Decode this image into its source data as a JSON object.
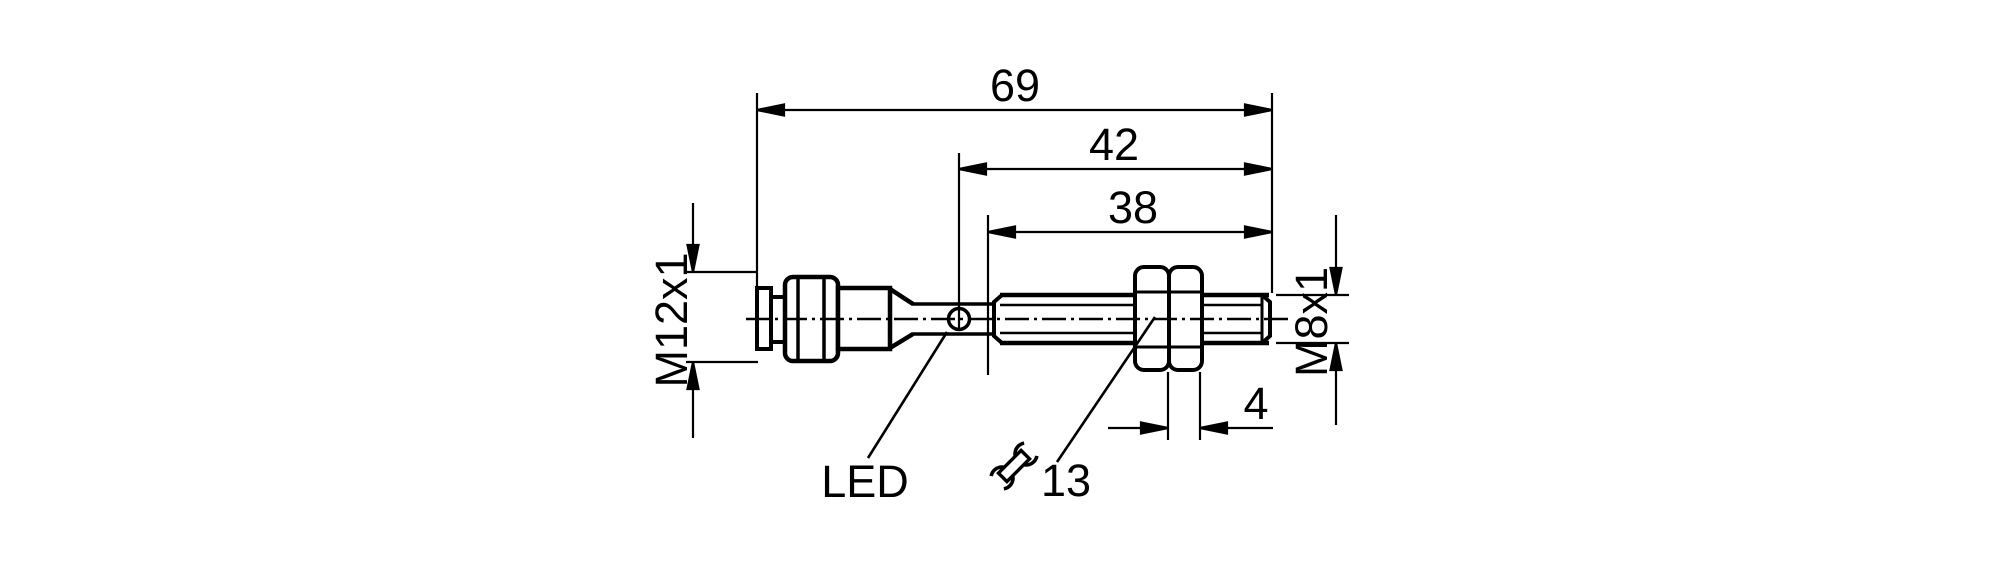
{
  "page": {
    "background": "#ffffff",
    "line_color": "#000000"
  },
  "drawing": {
    "type": "technical-dimension-drawing",
    "subject": "cylindrical sensor with M12 connector, M8 threaded barrel, lock nuts and LED indicator",
    "labels": {
      "dim_overall": "69",
      "dim_to_led": "42",
      "dim_thread": "38",
      "dim_nut": "4",
      "thread_connector": "M12x1",
      "thread_barrel": "M8x1",
      "wrench_size": "13",
      "led": "LED"
    },
    "dimensions_mm": {
      "overall_length": 69,
      "led_center_to_face": 42,
      "thread_length": 38,
      "nut_thickness": 4,
      "connector_thread": "M12x1",
      "housing_thread": "M8x1",
      "wrench_size": 13
    }
  }
}
